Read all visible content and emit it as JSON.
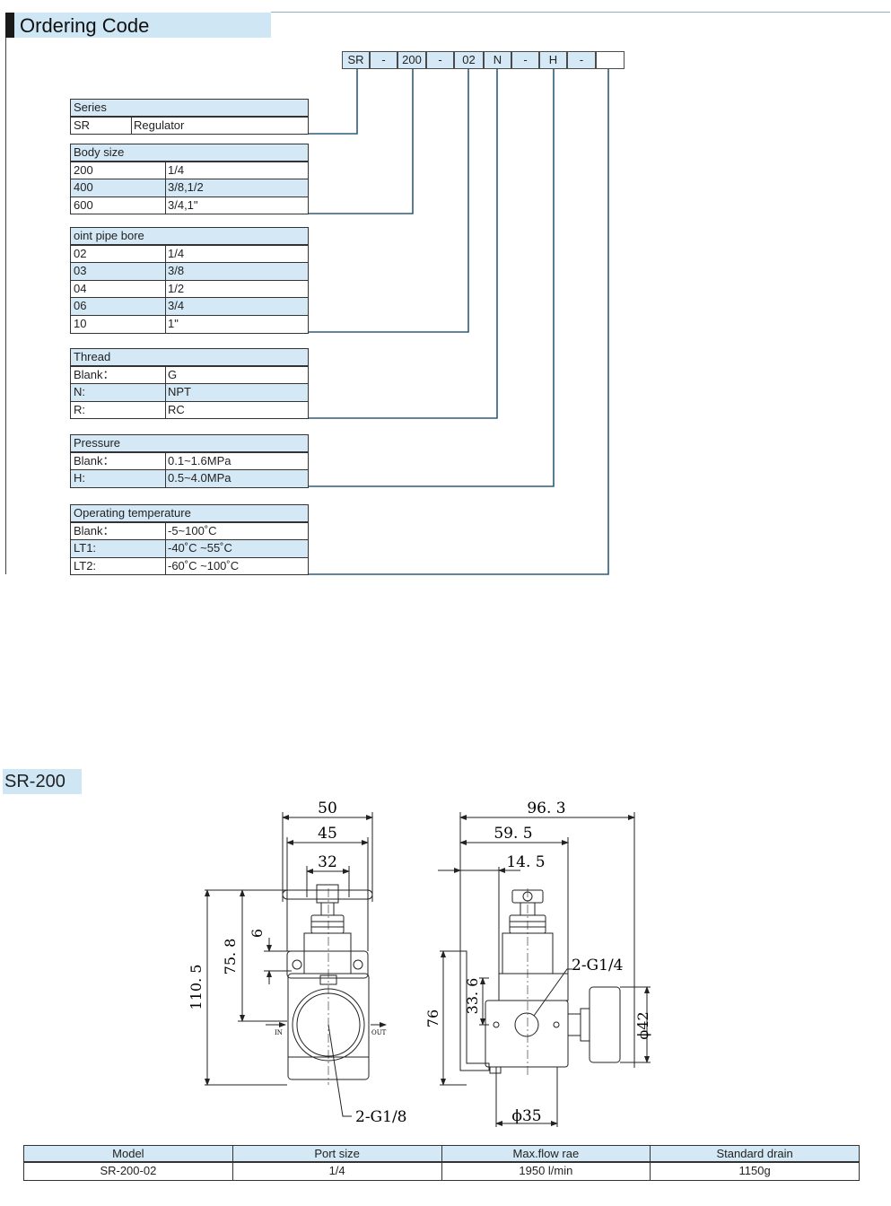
{
  "header": {
    "title": "Ordering Code"
  },
  "code": [
    "SR",
    "-",
    "200",
    "-",
    "02",
    "N",
    "-",
    "H",
    "-",
    ""
  ],
  "tables": [
    {
      "title": "Series",
      "rows": [
        [
          "SR",
          "Regulator"
        ]
      ]
    },
    {
      "title": "Body size",
      "rows": [
        [
          "200",
          "1/4"
        ],
        [
          "400",
          "3/8,1/2"
        ],
        [
          "600",
          "3/4,1\""
        ]
      ]
    },
    {
      "title": "oint pipe bore",
      "rows": [
        [
          "02",
          "1/4"
        ],
        [
          "03",
          "3/8"
        ],
        [
          "04",
          "1/2"
        ],
        [
          "06",
          "3/4"
        ],
        [
          "10",
          "1\""
        ]
      ]
    },
    {
      "title": "Thread",
      "rows": [
        [
          "Blank：",
          "G"
        ],
        [
          "N:",
          "NPT"
        ],
        [
          "R:",
          "RC"
        ]
      ]
    },
    {
      "title": "Pressure",
      "rows": [
        [
          "Blank：",
          "0.1~1.6MPa"
        ],
        [
          "H:",
          "0.5~4.0MPa"
        ]
      ]
    },
    {
      "title": "Operating temperature",
      "rows": [
        [
          "Blank：",
          "-5~100˚C"
        ],
        [
          "LT1:",
          "-40˚C ~55˚C"
        ],
        [
          "LT2:",
          "-60˚C ~100˚C"
        ]
      ]
    }
  ],
  "section": {
    "title": "SR-200"
  },
  "drawing": {
    "front": {
      "w50": "50",
      "w45": "45",
      "w32": "32",
      "h6": "6",
      "h75": "75. 8",
      "h110": "110. 5",
      "port": "2-G1/8",
      "in": "IN",
      "out": "OUT"
    },
    "side": {
      "w96": "96. 3",
      "w59": "59. 5",
      "w14": "14. 5",
      "h33": "33. 6",
      "h76": "76",
      "gauge_port": "2-G1/4",
      "dia42": "ϕ42",
      "dia35": "ϕ35"
    }
  },
  "spec": {
    "headers": [
      "Model",
      "Port size",
      "Max.flow rae",
      "Standard drain"
    ],
    "row": [
      "SR-200-02",
      "1/4",
      "1950 l/min",
      "1150g"
    ]
  },
  "colors": {
    "accent": "#cfe6f4",
    "line": "#2e5d78"
  }
}
